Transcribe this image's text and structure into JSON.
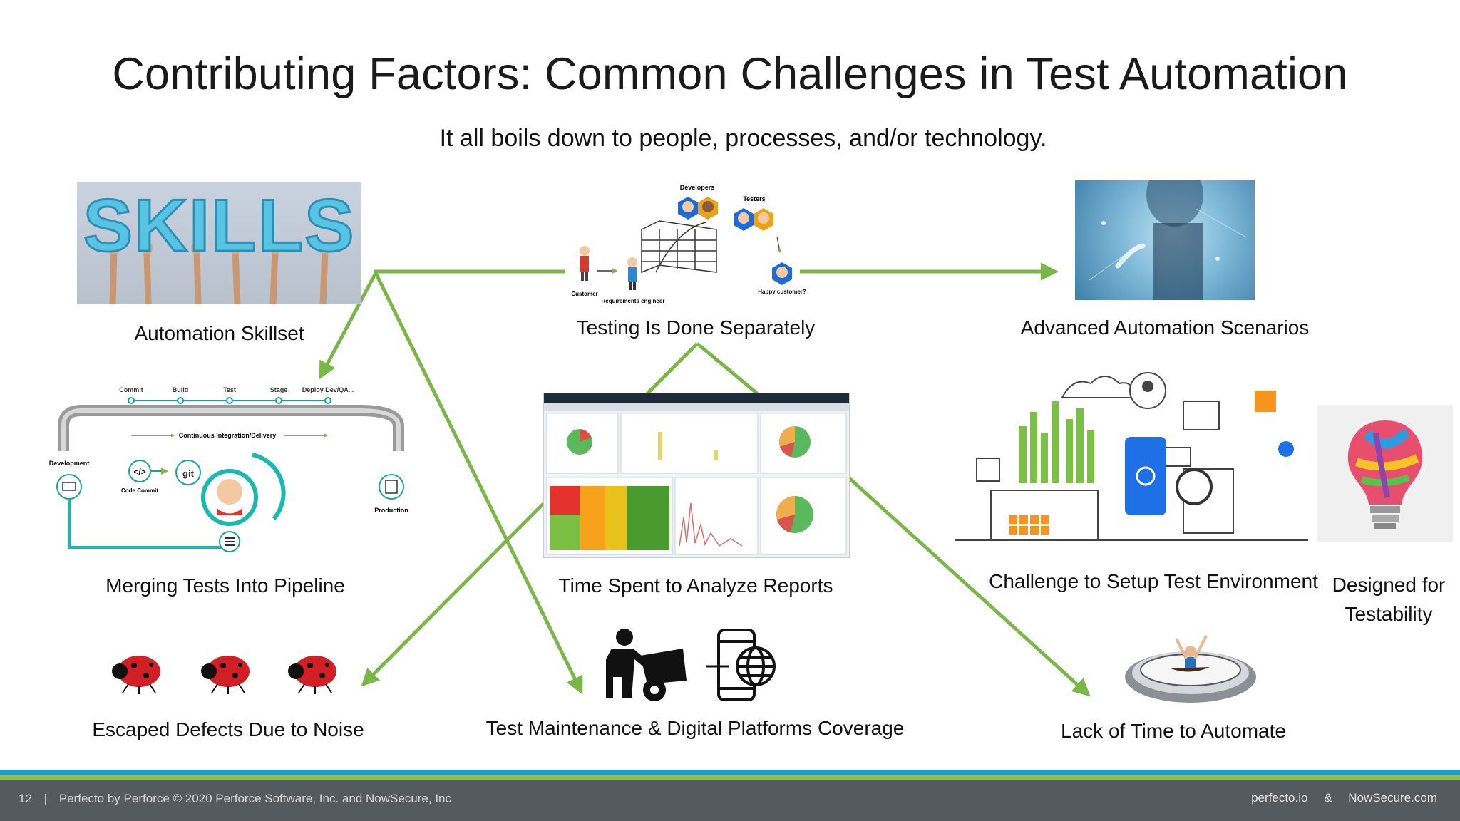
{
  "slide": {
    "title": "Contributing Factors: Common Challenges in Test Automation",
    "subtitle": "It all boils down to people, processes, and/or technology."
  },
  "captions": {
    "automation_skillset": "Automation Skillset",
    "testing_separately": "Testing Is Done Separately",
    "advanced_scenarios": "Advanced Automation Scenarios",
    "merging_tests": "Merging Tests Into Pipeline",
    "analyze_reports": "Time Spent to Analyze Reports",
    "setup_environment": "Challenge to Setup Test Environment",
    "designed_testability": "Designed for Testability",
    "escaped_defects": "Escaped Defects Due to Noise",
    "maintenance_coverage": "Test Maintenance & Digital Platforms Coverage",
    "lack_of_time": "Lack of Time to Automate"
  },
  "images": {
    "skills_word": "SKILLS",
    "testing_flow": {
      "developers": "Developers",
      "testers": "Testers",
      "customer": "Customer",
      "requirements": "Requirements engineer",
      "happy": "Happy customer?"
    },
    "pipeline": {
      "stages": [
        "Commit",
        "Build",
        "Test",
        "Stage",
        "Deploy Dev/QA..."
      ],
      "ci_label": "Continuous Integration/Delivery",
      "development": "Development",
      "production": "Production",
      "code_commit": "Code Commit",
      "git": "git"
    }
  },
  "footer": {
    "page_number": "12",
    "copyright": "Perfecto by Perforce © 2020 Perforce Software, Inc. and NowSecure, Inc",
    "site1": "perfecto.io",
    "amp": "&",
    "site2": "NowSecure.com"
  },
  "colors": {
    "arrow_green": "#7ab648",
    "footer_bg": "#555a5f",
    "stripe_blue": "#1e9ad6",
    "stripe_green": "#8cc63f"
  }
}
